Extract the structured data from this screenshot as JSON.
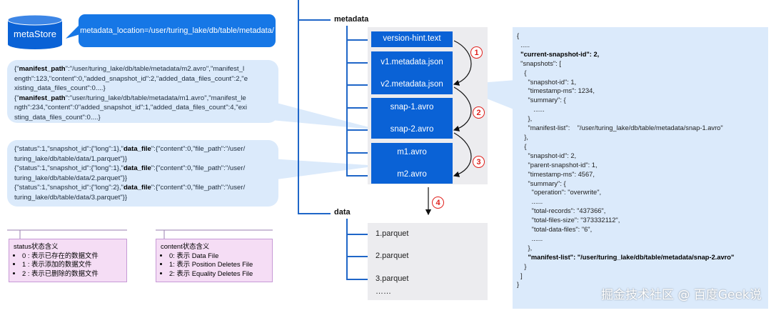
{
  "metastore": {
    "label": "metaStore",
    "callout": "metadata_location=/user/turing_lake/db/table/metadata/"
  },
  "manifest_list_bubble": [
    [
      {
        "t": "{\"",
        "b": false
      },
      {
        "t": "manifest_path",
        "b": true
      },
      {
        "t": "\":\"/user/turing_lake/db/table/metadata/m2.avro\",\"manifest_l",
        "b": false
      }
    ],
    [
      {
        "t": "ength\":123,\"content\":0,\"added_snapshot_id\":2,\"added_data_files_count\":2,\"e",
        "b": false
      }
    ],
    [
      {
        "t": "xisting_data_files_count\":0....}",
        "b": false
      }
    ],
    [
      {
        "t": "{\"",
        "b": false
      },
      {
        "t": "manifest_path",
        "b": true
      },
      {
        "t": "\":\"user/turing_lake/db/table/metadata/m1.avro\",\"manifest_le",
        "b": false
      }
    ],
    [
      {
        "t": "ngth\":234,\"content\":0\"added_snapshot_id\":1,\"added_data_files_count\":4,\"exi",
        "b": false
      }
    ],
    [
      {
        "t": "sting_data_files_count\":0....}",
        "b": false
      }
    ]
  ],
  "manifest_bubble": [
    [
      {
        "t": "{\"status\":1,\"snapshot_id\":{\"long\":1},\"",
        "b": false
      },
      {
        "t": "data_file",
        "b": true
      },
      {
        "t": "\":{\"content\":0,\"file_path\":\"/user/",
        "b": false
      }
    ],
    [
      {
        "t": "turing_lake/db/table/data/1.parquet\"}}",
        "b": false
      }
    ],
    [
      {
        "t": "{\"status\":1,\"snapshot_id\":{\"long\":1},\"",
        "b": false
      },
      {
        "t": "data_file",
        "b": true
      },
      {
        "t": "\":{\"content\":0,\"file_path\":\"/user/",
        "b": false
      }
    ],
    [
      {
        "t": "turing_lake/db/table/data/2.parquet\"}}",
        "b": false
      }
    ],
    [
      {
        "t": "{\"status\":1,\"snapshot_id\":{\"long\":2},\"",
        "b": false
      },
      {
        "t": "data_file",
        "b": true
      },
      {
        "t": "\":{\"content\":0,\"file_path\":\"/user/",
        "b": false
      }
    ],
    [
      {
        "t": "turing_lake/db/table/data/3.parquet\"}}",
        "b": false
      }
    ]
  ],
  "status_legend": {
    "title": "status状态含义",
    "items": [
      "0 : 表示已存在的数据文件",
      "1 : 表示添加的数据文件",
      "2 : 表示已删除的数据文件"
    ]
  },
  "content_legend": {
    "title": "content状态含义",
    "items": [
      "0: 表示 Data File",
      "1: 表示 Position Deletes File",
      "2: 表示 Equality Deletes File"
    ]
  },
  "tree": {
    "metadata_label": "metadata",
    "data_label": "data"
  },
  "metadata_files": {
    "version_hint": "version-hint.text",
    "v1": "v1.metadata.json",
    "v2": "v2.metadata.json",
    "snap1": "snap-1.avro",
    "snap2": "snap-2.avro",
    "m1": "m1.avro",
    "m2": "m2.avro"
  },
  "data_files": [
    "1.parquet",
    "2.parquet",
    "3.parquet",
    "……"
  ],
  "steps": [
    "1",
    "2",
    "3",
    "4"
  ],
  "json_lines": [
    {
      "t": "{",
      "b": false
    },
    {
      "t": "  .....",
      "b": false
    },
    {
      "t": "  \"current-snapshot-id\": 2,",
      "b": true
    },
    {
      "t": "  \"snapshots\": [",
      "b": false
    },
    {
      "t": "    {",
      "b": false
    },
    {
      "t": "      \"snapshot-id\": 1,",
      "b": false
    },
    {
      "t": "      \"timestamp-ms\": 1234,",
      "b": false
    },
    {
      "t": "      \"summary\": {",
      "b": false
    },
    {
      "t": "         ......",
      "b": false
    },
    {
      "t": "      },",
      "b": false
    },
    {
      "t": "      \"manifest-list\":    \"/user/turing_lake/db/table/metadata/snap-1.avro\"",
      "b": false
    },
    {
      "t": "    },",
      "b": false
    },
    {
      "t": "    {",
      "b": false
    },
    {
      "t": "      \"snapshot-id\": 2,",
      "b": false
    },
    {
      "t": "      \"parent-snapshot-id\": 1,",
      "b": false
    },
    {
      "t": "      \"timestamp-ms\": 4567,",
      "b": false
    },
    {
      "t": "      \"summary\": {",
      "b": false
    },
    {
      "t": "        \"operation\": \"overwrite\",",
      "b": false
    },
    {
      "t": "        ......",
      "b": false
    },
    {
      "t": "        \"total-records\": \"437366\",",
      "b": false
    },
    {
      "t": "        \"total-files-size\": \"373332112\",",
      "b": false
    },
    {
      "t": "        \"total-data-files\": \"6\",",
      "b": false
    },
    {
      "t": "        ......",
      "b": false
    },
    {
      "t": "      },",
      "b": false
    },
    {
      "t": "      \"manifest-list\": \"/user/turing_lake/db/table/metadata/snap-2.avro\"",
      "b": true
    },
    {
      "t": "    }",
      "b": false
    },
    {
      "t": "  ]",
      "b": false
    },
    {
      "t": "}",
      "b": false
    }
  ],
  "watermark": "掘金技术社区 @ 百度Geek说",
  "colors": {
    "primary_blue": "#0a62d6",
    "light_blue": "#dbeafb",
    "legend_pink": "#f5ddf5",
    "step_red": "#e0201c",
    "panel_gray": "#ececef"
  }
}
